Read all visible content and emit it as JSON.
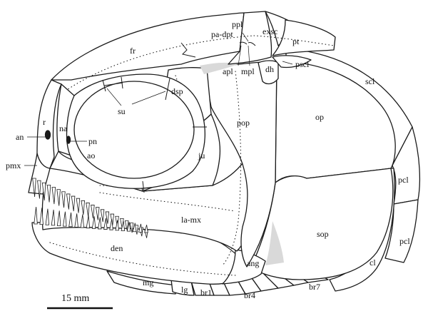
{
  "labels": {
    "fr": "fr",
    "pa_dpt": "pa-dpt",
    "ppl": "ppl",
    "exsc": "exsc",
    "pt": "pt",
    "apl": "apl",
    "mpl": "mpl",
    "dh": "dh",
    "pscl": "pscl",
    "scl": "scl",
    "dsp": "dsp",
    "su": "su",
    "r": "r",
    "na": "na",
    "an": "an",
    "pn": "pn",
    "ao": "ao",
    "pmx": "pmx",
    "ju": "ju",
    "pop": "pop",
    "op": "op",
    "pcl_upper": "pcl",
    "pcl_lower": "pcl",
    "la_mx": "la-mx",
    "sop": "sop",
    "cl": "cl",
    "den": "den",
    "ang": "ang",
    "mg": "mg",
    "lg": "lg",
    "br1": "br1",
    "br4": "br4",
    "br7": "br7"
  },
  "scale_bar": {
    "label": "15 mm"
  },
  "colors": {
    "line": "#1a1a1a",
    "stipple": "#d9d9d9",
    "background": "#ffffff"
  }
}
